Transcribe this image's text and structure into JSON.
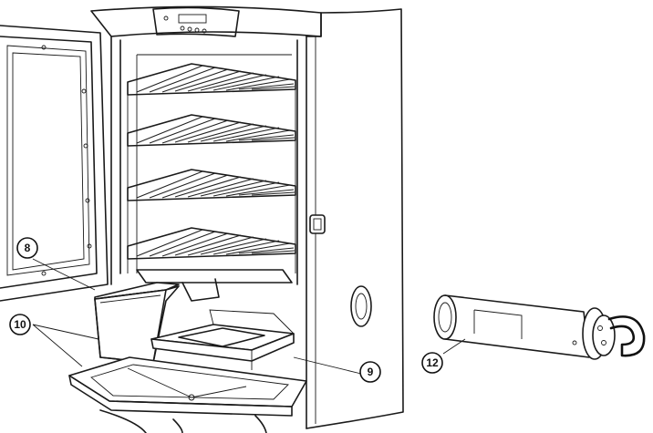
{
  "callouts": {
    "c8": {
      "label": "8"
    },
    "c9": {
      "label": "9"
    },
    "c10": {
      "label": "10"
    },
    "c12": {
      "label": "12"
    }
  },
  "icons": {
    "smoker": "smoker-cabinet-illustration",
    "tray": "drip-tray-icon",
    "bowl": "water-bowl-icon",
    "chip_tray": "wood-chip-tray-icon",
    "loader": "wood-chip-loader-icon"
  },
  "colors": {
    "line": "#1a1a1a",
    "background": "#ffffff"
  }
}
